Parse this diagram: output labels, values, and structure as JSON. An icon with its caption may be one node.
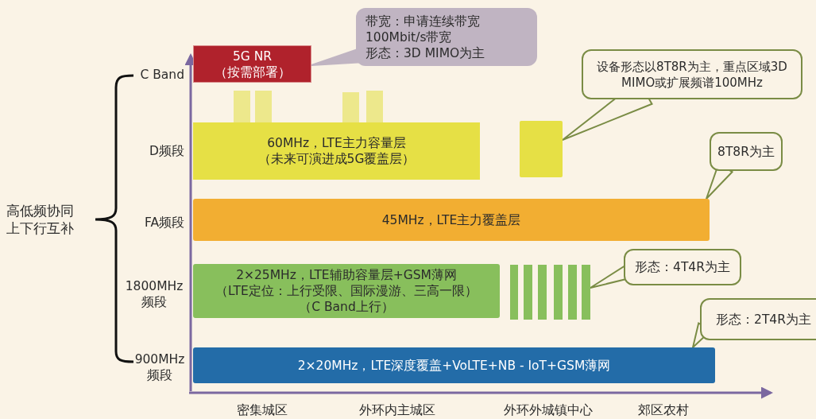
{
  "diagram": {
    "nodes": [
      {
        "text": [
          "5G NR",
          "（按需部署）"
        ]
      },
      {
        "text": [
          "带宽：申请连续带宽",
          "100Mbit/s带宽",
          "形态：3D MIMO为主"
        ]
      },
      {
        "text": [],
        "shape": "bar"
      },
      {
        "text": [],
        "shape": "bar"
      },
      {
        "text": [],
        "shape": "bar"
      },
      {
        "text": [],
        "shape": "bar"
      },
      {
        "text": [
          "60MHz，LTE主力容量层",
          "（未来可演进成5G覆盖层）"
        ]
      },
      {
        "text": [],
        "shape": "box"
      },
      {
        "text": [
          "设备形态以8T8R为主，重点区域3D MIMO或扩展频谱100MHz"
        ]
      },
      {
        "text": [
          "8T8R为主"
        ]
      },
      {
        "text": [
          "45MHz，LTE主力覆盖层"
        ]
      },
      {
        "text": [
          "2×25MHz，LTE辅助容量层+GSM薄网",
          "（LTE定位：上行受限、国际漫游、三高一限）",
          "（C Band上行）"
        ]
      },
      {
        "text": [],
        "shape": "bar"
      },
      {
        "text": [],
        "shape": "bar"
      },
      {
        "text": [],
        "shape": "bar"
      },
      {
        "text": [],
        "shape": "bar"
      },
      {
        "text": [],
        "shape": "bar"
      },
      {
        "text": [],
        "shape": "bar"
      },
      {
        "text": [
          "形态：4T4R为主"
        ]
      },
      {
        "text": [
          "2×20MHz，LTE深度覆盖+VoLTE+NB - IoT+GSM薄网"
        ]
      },
      {
        "text": [
          "形态：2T4R为主"
        ]
      }
    ],
    "edges": [
      {
        "from": 1,
        "to": 0,
        "arrow": "to",
        "color": "#c0b4c2"
      },
      {
        "from": 8,
        "to": 7,
        "arrow": "to"
      },
      {
        "from": 9,
        "to": 10,
        "arrow": "to"
      },
      {
        "from": 18,
        "to": 17,
        "arrow": "to"
      },
      {
        "from": 20,
        "to": 19,
        "arrow": "to"
      }
    ],
    "labels": [
      "C Band",
      "D频段",
      "高低频协同上下行互补",
      "FA频段",
      "1800MHz频段",
      "900MHz频段",
      "密集城区",
      "外环内主城区",
      "外环外城镇中心",
      "郊区农村"
    ]
  }
}
